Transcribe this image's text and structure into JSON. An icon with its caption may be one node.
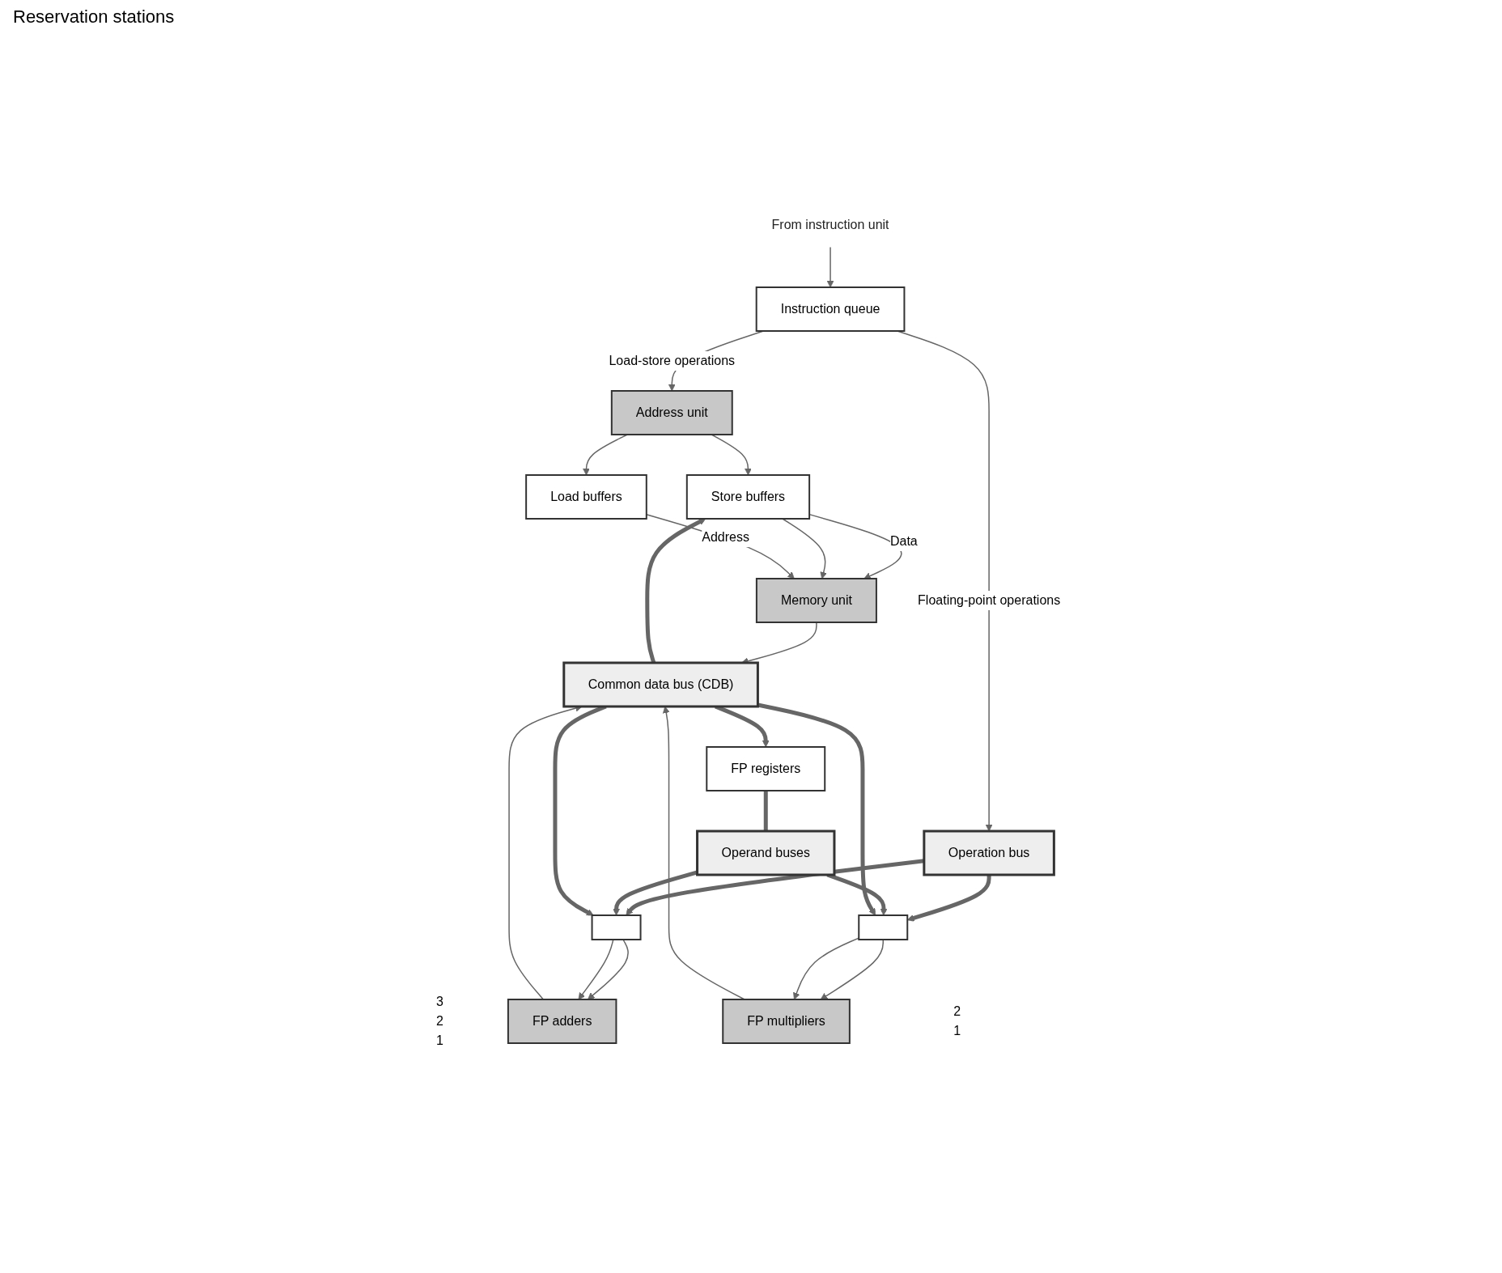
{
  "diagram": {
    "nodes": [
      {
        "text": [
          "From instruction unit"
        ]
      },
      {
        "text": [
          "Instruction queue"
        ]
      },
      {
        "text": [
          "FP registers"
        ]
      },
      {
        "text": [
          "Address unit"
        ]
      },
      {
        "text": [
          "Store buffers"
        ]
      },
      {
        "text": [
          "Load buffers"
        ]
      },
      {
        "text": [
          "Memory unit"
        ]
      },
      {
        "text": [],
        "shape": "box",
        "beside": [
          "3",
          "2",
          "1"
        ]
      },
      {
        "text": [],
        "shape": "box",
        "beside": [
          "2",
          "1"
        ]
      },
      {
        "text": [
          "FP adders"
        ]
      },
      {
        "text": [
          "FP multipliers"
        ]
      },
      {
        "text": [
          "Operation bus"
        ]
      },
      {
        "text": [
          "Operand buses"
        ]
      },
      {
        "text": [
          "Common data bus (CDB)"
        ]
      }
    ],
    "edges": [
      {
        "from": 0,
        "to": 1,
        "arrow": "to"
      },
      {
        "from": 1,
        "to": 3,
        "arrow": "to",
        "label": "Load-store operations"
      },
      {
        "from": 1,
        "to": 11,
        "arrow": "to",
        "label": "Floating-point operations"
      },
      {
        "from": 11,
        "to": 7,
        "arrow": "to",
        "style": "thick"
      },
      {
        "from": 11,
        "to": 8,
        "arrow": "to",
        "style": "thick"
      },
      {
        "from": 2,
        "to": 12,
        "arrow": "none",
        "style": "thick"
      },
      {
        "from": 12,
        "to": 7,
        "arrow": "to",
        "style": "thick"
      },
      {
        "from": 12,
        "to": 8,
        "arrow": "to",
        "style": "thick"
      },
      {
        "from": 3,
        "to": 4,
        "arrow": "to"
      },
      {
        "from": 3,
        "to": 5,
        "arrow": "to"
      },
      {
        "from": 4,
        "to": 6,
        "arrow": "to",
        "label": "Data"
      },
      {
        "from": 4,
        "to": 6,
        "arrow": "to"
      },
      {
        "from": 5,
        "to": 6,
        "arrow": "to",
        "label": "Address"
      },
      {
        "from": 7,
        "to": 9,
        "arrow": "to"
      },
      {
        "from": 7,
        "to": 9,
        "arrow": "to"
      },
      {
        "from": 8,
        "to": 10,
        "arrow": "to"
      },
      {
        "from": 8,
        "to": 10,
        "arrow": "to"
      },
      {
        "from": 6,
        "to": 13,
        "arrow": "to"
      },
      {
        "from": 9,
        "to": 13,
        "arrow": "to"
      },
      {
        "from": 10,
        "to": 13,
        "arrow": "to"
      },
      {
        "from": 13,
        "to": 4,
        "arrow": "to",
        "style": "thick"
      },
      {
        "from": 13,
        "to": 2,
        "arrow": "to",
        "style": "thick"
      },
      {
        "from": 13,
        "to": 7,
        "arrow": "to",
        "style": "thick"
      },
      {
        "from": 13,
        "to": 8,
        "arrow": "to",
        "style": "thick"
      }
    ],
    "labels": [
      "Reservation stations"
    ]
  }
}
